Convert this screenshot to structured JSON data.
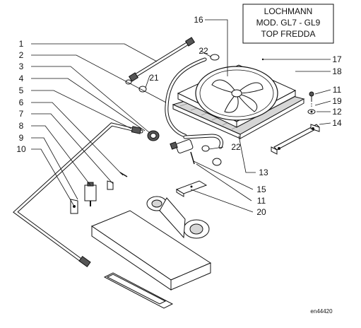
{
  "title_box": {
    "line1": "LOCHMANN",
    "line2": "MOD. GL7 - GL9",
    "line3": "TOP FREDDA"
  },
  "callouts": [
    "1",
    "2",
    "3",
    "4",
    "5",
    "6",
    "7",
    "8",
    "9",
    "10",
    "11",
    "12",
    "13",
    "14",
    "15",
    "16",
    "17",
    "18",
    "19",
    "20",
    "21",
    "22"
  ],
  "figure_code": "en44420"
}
